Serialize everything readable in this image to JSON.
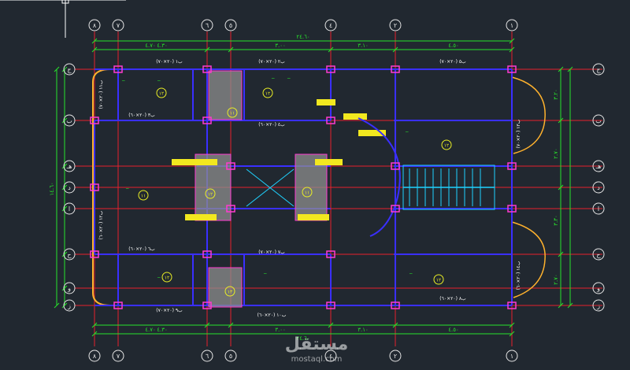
{
  "canvas": {
    "background": "#212830"
  },
  "colors": {
    "grid_line": "#e8212d",
    "bubble_stroke": "#e6e6e6",
    "dimension": "#27e32b",
    "beam": "#3a2fff",
    "column": "#ff3ad1",
    "slab_label": "#e9ee25",
    "beam_label": "#ffffff",
    "core_fill": "#8e8e8e",
    "yellow": "#f2e81f",
    "edge_curve": "#ffb22d",
    "stair": "#1fd2ff",
    "cursor": "#ffffff"
  },
  "grid": {
    "top_bubbles": [
      "٨",
      "٧",
      "٦",
      "٥",
      "٤",
      "٣",
      "٢",
      "١"
    ],
    "bottom_bubbles": [
      "٨",
      "٧",
      "٦",
      "٥",
      "٤",
      "٣",
      "٢",
      "١"
    ],
    "left_bubbles": [
      "ج",
      "ب",
      "هـ",
      "د",
      "ا",
      "ح",
      "و",
      "ز"
    ],
    "right_bubbles": [
      "ج",
      "ب",
      "هـ",
      "د",
      "ا",
      "ح",
      "و",
      "ز"
    ]
  },
  "dimensions": {
    "top_overall": "٢٤.٦٠",
    "top_segments": [
      "٤.٧٠",
      "٤.٣٠",
      "٣.٠٠",
      "٣.١٠",
      "٤.٥٠"
    ],
    "bottom_overall": "٢٤.٦٠",
    "bottom_segments": [
      "٤.٧٠",
      "٤.٣٠",
      "٣.٠٠",
      "٣.١٠",
      "٤.٥٠"
    ],
    "left_overall": "١٤.٦٠",
    "right_segments": [
      "٣.٢٠",
      "٢.٧٠",
      "٣.٣٠",
      "٢.٧٠"
    ]
  },
  "slabs": [
    {
      "id": "s1",
      "label": "١٢"
    },
    {
      "id": "s2",
      "label": "١٢"
    },
    {
      "id": "s3",
      "label": "١١"
    },
    {
      "id": "s4",
      "label": "١٢"
    },
    {
      "id": "s5",
      "label": "١١"
    },
    {
      "id": "s6",
      "label": "١٢"
    },
    {
      "id": "s7",
      "label": "١١"
    },
    {
      "id": "s8",
      "label": "١٢"
    },
    {
      "id": "s9",
      "label": "١٣"
    },
    {
      "id": "s10",
      "label": "١٢"
    }
  ],
  "beam_labels": [
    {
      "id": "b1",
      "text": "(٢٠×٧٠) ب١"
    },
    {
      "id": "b2",
      "text": "(٢٠×٧٠) ب٢"
    },
    {
      "id": "b3",
      "text": "(٢٠×٦٠) ب٣"
    },
    {
      "id": "b4",
      "text": "(٢٠×٦٠) ب٤"
    },
    {
      "id": "b5",
      "text": "(٢٠×٧٠) ب٥"
    },
    {
      "id": "b6",
      "text": "(٢٠×٦٠) ب٦"
    },
    {
      "id": "b7",
      "text": "(٢٠×٧٠) ب٧"
    },
    {
      "id": "b8",
      "text": "(٢٠×٦٠) ب٨"
    },
    {
      "id": "b9",
      "text": "(٢٠×٧٠) ب٩"
    },
    {
      "id": "b10",
      "text": "(٢٠×٦٠) ب١٠"
    },
    {
      "id": "b11",
      "text": "(٢٠×٧٠) ب١١"
    },
    {
      "id": "b12",
      "text": "(٢٠×٦٠) ب١٢"
    },
    {
      "id": "b13",
      "text": "(٢٠×٧٠) ب١٣"
    },
    {
      "id": "b14",
      "text": "(٢٠×٦٠) ب١٤"
    }
  ],
  "watermark": {
    "brand": "مستقل",
    "url": "mostaql.com"
  }
}
